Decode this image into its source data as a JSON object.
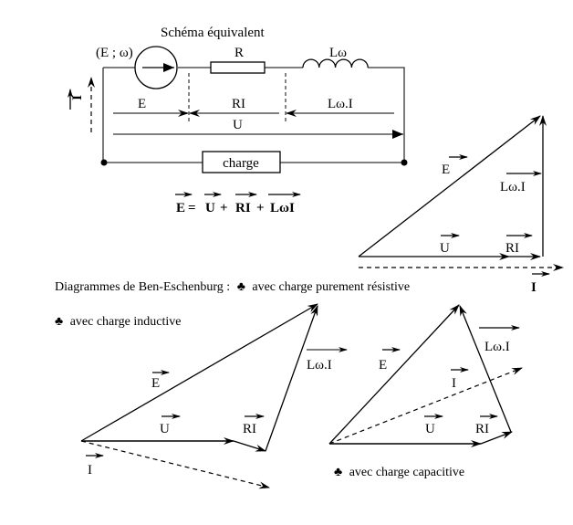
{
  "circuit": {
    "title": "Schéma équivalent",
    "source_label": "(E ; ω)",
    "resistor_label": "R",
    "inductor_label": "Lω",
    "current_label": "I",
    "voltage_labels": {
      "e": "E",
      "ri": "RI",
      "lwi": "Lω.I",
      "u": "U"
    },
    "load_label": "charge",
    "equation": {
      "e": "E",
      "eq": "=",
      "u": "U",
      "plus1": "+",
      "ri": "RI",
      "plus2": "+",
      "lwi": "LωI"
    }
  },
  "diagrams": {
    "heading": "Diagrammes de Ben-Eschenburg :",
    "bullet": "♣",
    "resistive": {
      "caption": "avec charge purement résistive",
      "labels": {
        "e": "E",
        "u": "U",
        "ri": "RI",
        "lwi": "Lω.I",
        "i": "I"
      }
    },
    "inductive": {
      "caption": "avec charge inductive",
      "labels": {
        "e": "E",
        "u": "U",
        "ri": "RI",
        "lwi": "Lω.I",
        "i": "I"
      }
    },
    "capacitive": {
      "caption": "avec charge capacitive",
      "labels": {
        "e": "E",
        "u": "U",
        "ri": "RI",
        "lwi": "Lω.I",
        "i": "I"
      }
    }
  }
}
